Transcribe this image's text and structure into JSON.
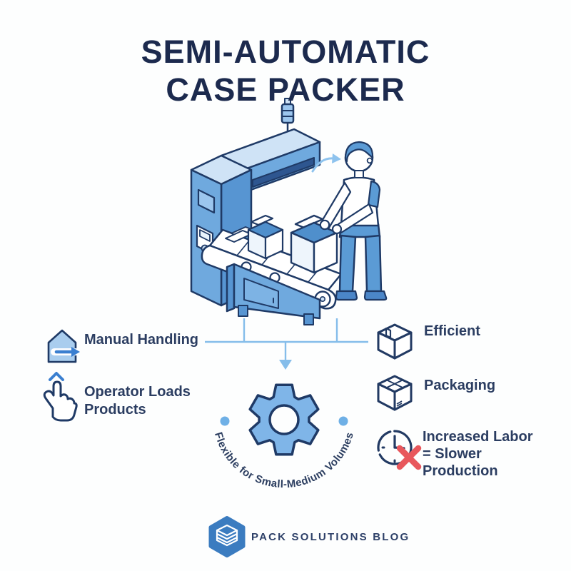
{
  "title": {
    "line1": "SEMI-AUTOMATIC",
    "line2": "CASE PACKER"
  },
  "illustration": {
    "description": "Isometric semi-automatic case packer machine with conveyor belt, open cardboard boxes and an operator loading products",
    "elements": [
      "packing-machine",
      "signal-light",
      "conveyor-belt",
      "open-boxes",
      "operator-worker",
      "flow-arrow"
    ]
  },
  "left_features": [
    {
      "icon": "box-arrow-icon",
      "label": "Manual Handling"
    },
    {
      "icon": "tap-hand-icon",
      "label": "Operator Loads Products"
    }
  ],
  "right_features": [
    {
      "icon": "closed-box-icon",
      "label": "Efficient"
    },
    {
      "icon": "closed-box-icon",
      "label": "Packaging"
    },
    {
      "icon": "clock-x-icon",
      "label": "Increased Labor = Slower Production"
    }
  ],
  "center": {
    "icon": "gear-icon",
    "curved_label": "Flexible for Small-Medium Volumes"
  },
  "footer": {
    "logo": "hexagon-package-logo",
    "brand": "PACK SOLUTIONS BLOG"
  },
  "colors": {
    "title_navy": "#1c2a4e",
    "text_navy": "#2b3d61",
    "outline_navy": "#1f3a66",
    "machine_blue": "#6fa9de",
    "machine_blue_dark": "#5795d2",
    "machine_blue_light": "#cfe3f6",
    "gear_blue": "#7fb5e8",
    "connector_blue": "#85bdea",
    "dot_blue": "#6fb0e6",
    "logo_blue": "#3b7cc0",
    "error_red": "#e8575c",
    "background": "#fdfefe"
  }
}
